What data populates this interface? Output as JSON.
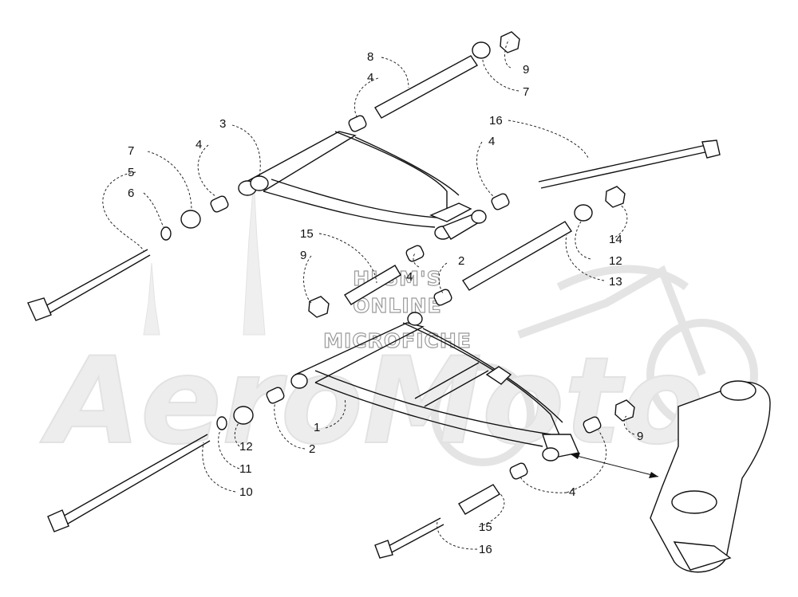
{
  "watermark": {
    "line1": "HLSM'S",
    "line2": "ONLINE",
    "line3": "MICROFICHE",
    "brand": "AeroMoto"
  },
  "callouts": [
    {
      "id": "c8",
      "text": "8"
    },
    {
      "id": "c4a",
      "text": "4"
    },
    {
      "id": "c9a",
      "text": "9"
    },
    {
      "id": "c7a",
      "text": "7"
    },
    {
      "id": "c3",
      "text": "3"
    },
    {
      "id": "c16a",
      "text": "16"
    },
    {
      "id": "c7b",
      "text": "7"
    },
    {
      "id": "c4b",
      "text": "4"
    },
    {
      "id": "c4c",
      "text": "4"
    },
    {
      "id": "c5",
      "text": "5"
    },
    {
      "id": "c6",
      "text": "6"
    },
    {
      "id": "c15a",
      "text": "15"
    },
    {
      "id": "c9b",
      "text": "9"
    },
    {
      "id": "c4d",
      "text": "4"
    },
    {
      "id": "c2a",
      "text": "2"
    },
    {
      "id": "c14",
      "text": "14"
    },
    {
      "id": "c12a",
      "text": "12"
    },
    {
      "id": "c13",
      "text": "13"
    },
    {
      "id": "c1",
      "text": "1"
    },
    {
      "id": "c12b",
      "text": "12"
    },
    {
      "id": "c2b",
      "text": "2"
    },
    {
      "id": "c11",
      "text": "11"
    },
    {
      "id": "c10",
      "text": "10"
    },
    {
      "id": "c9c",
      "text": "9"
    },
    {
      "id": "c4e",
      "text": "4"
    },
    {
      "id": "c15b",
      "text": "15"
    },
    {
      "id": "c16b",
      "text": "16"
    }
  ]
}
